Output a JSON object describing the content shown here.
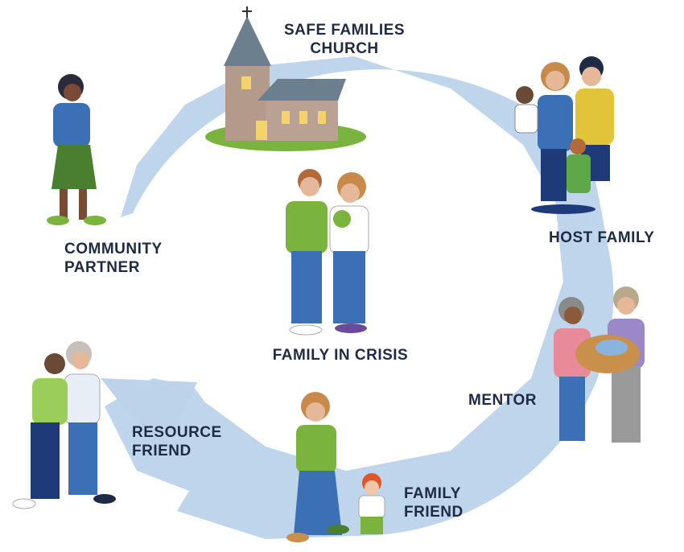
{
  "diagram": {
    "nodes": [
      {
        "id": "church",
        "lines": [
          "SAFE FAMILIES",
          "CHURCH"
        ]
      },
      {
        "id": "host",
        "lines": [
          "HOST FAMILY"
        ]
      },
      {
        "id": "mentor",
        "lines": [
          "MENTOR"
        ]
      },
      {
        "id": "friend",
        "lines": [
          "FAMILY",
          "FRIEND"
        ]
      },
      {
        "id": "resource",
        "lines": [
          "RESOURCE",
          "FRIEND"
        ]
      },
      {
        "id": "community",
        "lines": [
          "COMMUNITY",
          "PARTNER"
        ]
      },
      {
        "id": "crisis",
        "lines": [
          "FAMILY IN CRISIS"
        ]
      }
    ]
  },
  "colors": {
    "ring": "#bcd3ea",
    "text": "#1f2a44",
    "green": "#7bb33f",
    "blue": "#3b6fb6",
    "navy": "#1f3a78"
  }
}
